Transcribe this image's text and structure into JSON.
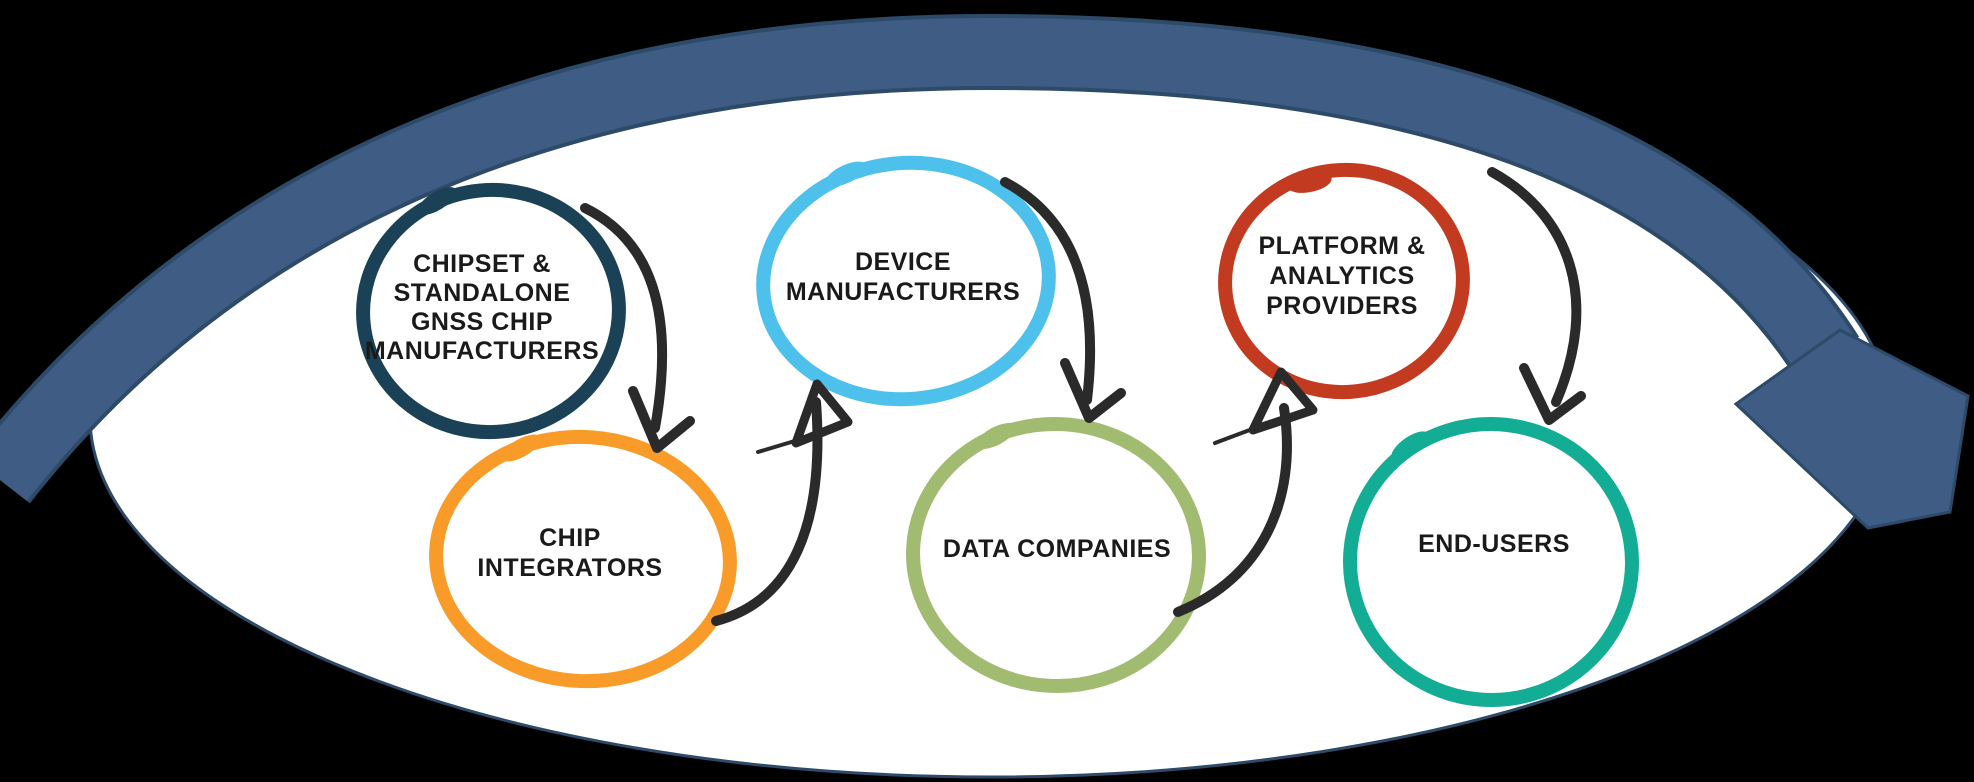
{
  "diagram": {
    "description": "Value-chain cycle diagram: six hand-drawn circles connected by sketched arrows inside one large sweeping cycle arrow",
    "nodes": [
      {
        "label": "CHIPSET & STANDALONE GNSS CHIP MANUFACTURERS",
        "label_lines": [
          "CHIPSET &",
          "STANDALONE",
          "GNSS CHIP",
          "MANUFACTURERS"
        ],
        "color": "#1A4156"
      },
      {
        "label": "CHIP INTEGRATORS",
        "label_lines": [
          "CHIP",
          "INTEGRATORS"
        ],
        "color": "#F89B28"
      },
      {
        "label": "DEVICE MANUFACTURERS",
        "label_lines": [
          "DEVICE",
          "MANUFACTURERS"
        ],
        "color": "#4DC0EC"
      },
      {
        "label": "DATA COMPANIES",
        "label_lines": [
          "DATA COMPANIES"
        ],
        "color": "#A1BC71"
      },
      {
        "label": "PLATFORM & ANALYTICS PROVIDERS",
        "label_lines": [
          "PLATFORM &",
          "ANALYTICS",
          "PROVIDERS"
        ],
        "color": "#C23A20"
      },
      {
        "label": "END-USERS",
        "label_lines": [
          "END-USERS"
        ],
        "color": "#13AC95"
      }
    ],
    "connectors": [
      {
        "from": "CHIPSET & STANDALONE GNSS CHIP MANUFACTURERS",
        "to": "CHIP INTEGRATORS",
        "direction": "down"
      },
      {
        "from": "CHIP INTEGRATORS",
        "to": "DEVICE MANUFACTURERS",
        "direction": "up"
      },
      {
        "from": "DEVICE MANUFACTURERS",
        "to": "DATA COMPANIES",
        "direction": "down"
      },
      {
        "from": "DATA COMPANIES",
        "to": "PLATFORM & ANALYTICS PROVIDERS",
        "direction": "up"
      },
      {
        "from": "PLATFORM & ANALYTICS PROVIDERS",
        "to": "END-USERS",
        "direction": "down"
      }
    ],
    "colors": {
      "background": "#000000",
      "field": "#FFFFFF",
      "cycle_arrow_fill": "#3E5C84",
      "cycle_arrow_border": "#2E4A69",
      "connector": "#2A2A2A",
      "text": "#1A1A1A"
    }
  }
}
